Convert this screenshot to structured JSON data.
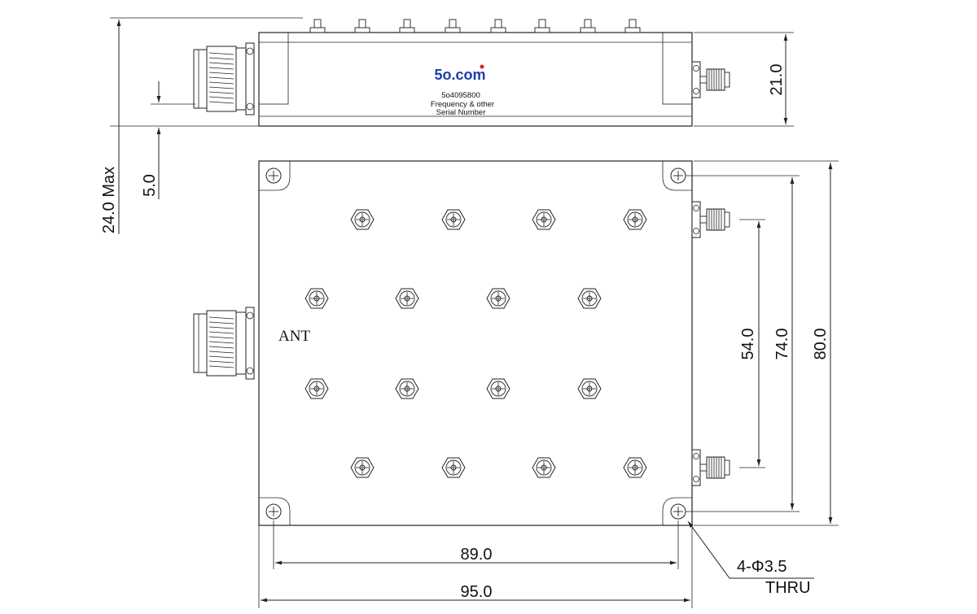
{
  "logo": {
    "text": "5o.com",
    "color_primary": "#1a3fa8",
    "color_dot": "#e02020"
  },
  "label": {
    "part_number": "5o4095800",
    "line2": "Frequency & other",
    "line3": "Serial Number"
  },
  "ports": {
    "antenna_label": "ANT"
  },
  "dimensions": {
    "side_height": "21.0",
    "overall_height": "24.0 Max",
    "connector_offset": "5.0",
    "port_spacing": "54.0",
    "hole_spacing_vertical": "74.0",
    "body_height": "80.0",
    "hole_spacing_horizontal": "89.0",
    "body_width": "95.0"
  },
  "callout": {
    "line1": "4-Φ3.5",
    "line2": "THRU"
  }
}
